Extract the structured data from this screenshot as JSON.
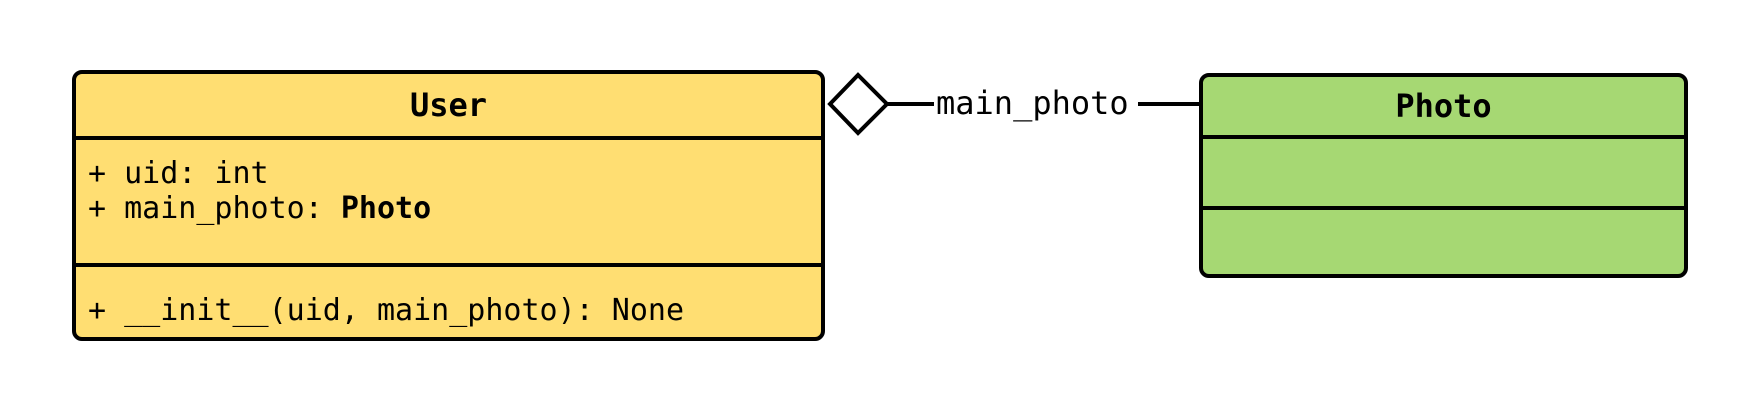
{
  "colors": {
    "user_fill": "#FFDE72",
    "photo_fill": "#A6D873",
    "stroke": "#000000",
    "diamond_fill": "#FFFFFF",
    "background": "#FFFFFF"
  },
  "user_class": {
    "title": "User",
    "attributes": {
      "line1": "+ uid: int",
      "line2_prefix": "+ main_photo: ",
      "line2_type": "Photo"
    },
    "methods": {
      "line1": "+ __init__(uid, main_photo): None"
    }
  },
  "photo_class": {
    "title": "Photo"
  },
  "relation": {
    "label": "main_photo",
    "kind": "aggregation",
    "diamond": "hollow",
    "from": "User",
    "to": "Photo"
  }
}
